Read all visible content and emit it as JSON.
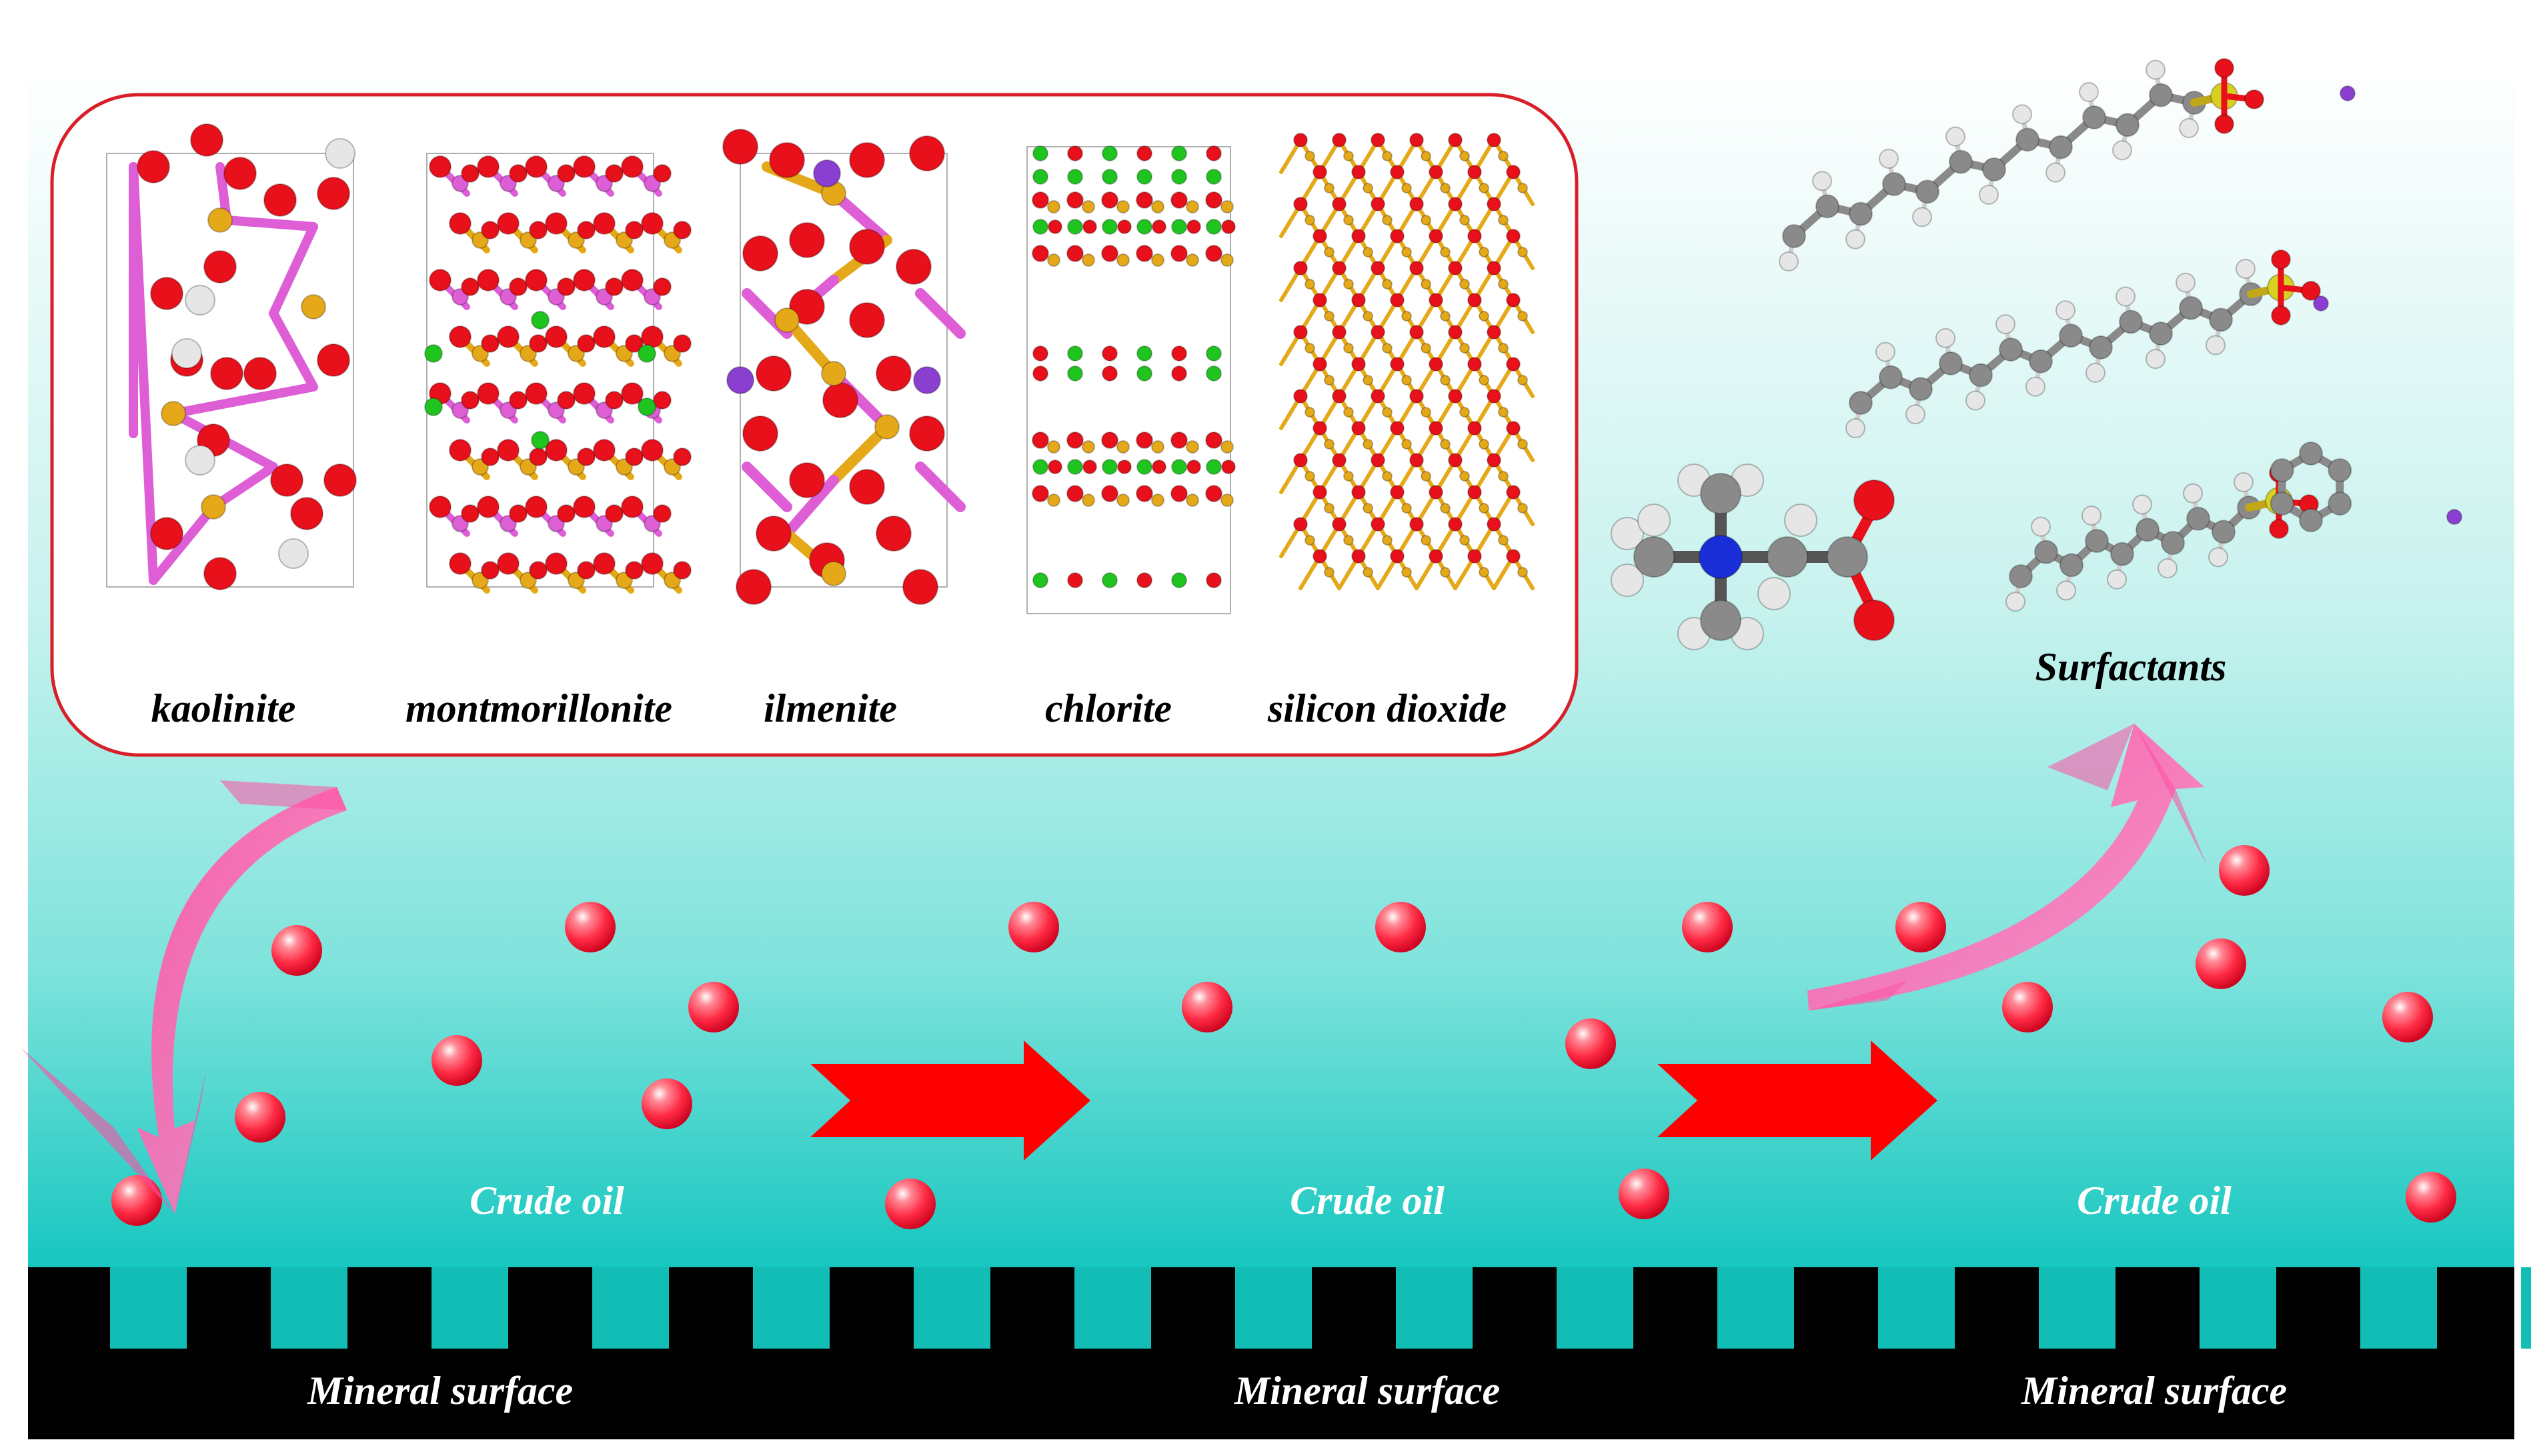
{
  "minerals": {
    "labels": [
      "kaolinite",
      "montmorillonite",
      "ilmenite",
      "chlorite",
      "silicon dioxide"
    ]
  },
  "surfactants": {
    "label": "Surfactants"
  },
  "stages": [
    {
      "oil_label": "Crude oil",
      "surface_label": "Mineral surface"
    },
    {
      "oil_label": "Crude oil",
      "surface_label": "Mineral surface"
    },
    {
      "oil_label": "Crude oil",
      "surface_label": "Mineral surface"
    }
  ],
  "colors": {
    "fluid_top": "#ffffff",
    "fluid_bottom": "#16c7c0",
    "mineral_surface": "#000000",
    "oil_droplet": "#ff2a44",
    "process_arrow": "#ff0000",
    "transfer_arrow": "#ff69b4",
    "panel_border": "#d81e28",
    "atom_oxygen": "#e8101a",
    "atom_silicon": "#e5a818",
    "atom_aluminium": "#de5ed6",
    "atom_hydrogen": "#e6e6e6",
    "atom_carbon": "#8a8a8a",
    "atom_nitrogen": "#1a2ed8",
    "atom_sulfur": "#d8d020",
    "atom_sodium": "#8a3fd0",
    "atom_magnesium": "#1fc41f"
  }
}
